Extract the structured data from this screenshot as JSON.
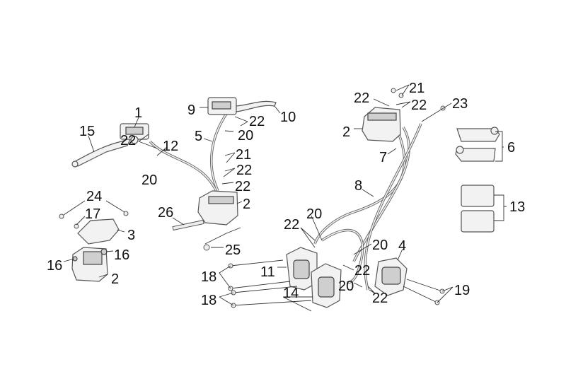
{
  "diagram": {
    "title": "Brake system exploded parts diagram",
    "callouts": [
      "1",
      "15",
      "22",
      "20",
      "12",
      "9",
      "10",
      "22",
      "20",
      "5",
      "21",
      "22",
      "22",
      "2",
      "26",
      "25",
      "24",
      "17",
      "3",
      "16",
      "16",
      "2",
      "22",
      "21",
      "22",
      "23",
      "2",
      "7",
      "8",
      "6",
      "13",
      "20",
      "22",
      "20",
      "4",
      "11",
      "22",
      "18",
      "20",
      "14",
      "22",
      "19",
      "18"
    ]
  }
}
